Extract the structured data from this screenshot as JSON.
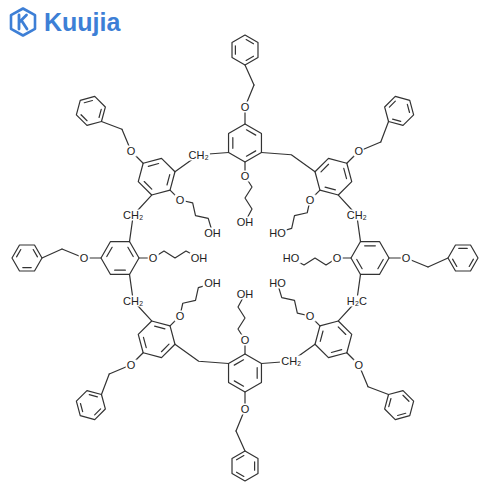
{
  "diagram": {
    "labels": [
      "Kuujia",
      "O",
      "O",
      "O",
      "O",
      "O",
      "O",
      "O",
      "O",
      "O",
      "O",
      "O",
      "O",
      "O",
      "O",
      "O",
      "O",
      "OH",
      "HO",
      "HO",
      "HO",
      "OH",
      "OH",
      "OH",
      "OH",
      "CH₂",
      "H₂C",
      "CH₂",
      "CH₂",
      "CH₂",
      "CH₂"
    ]
  }
}
